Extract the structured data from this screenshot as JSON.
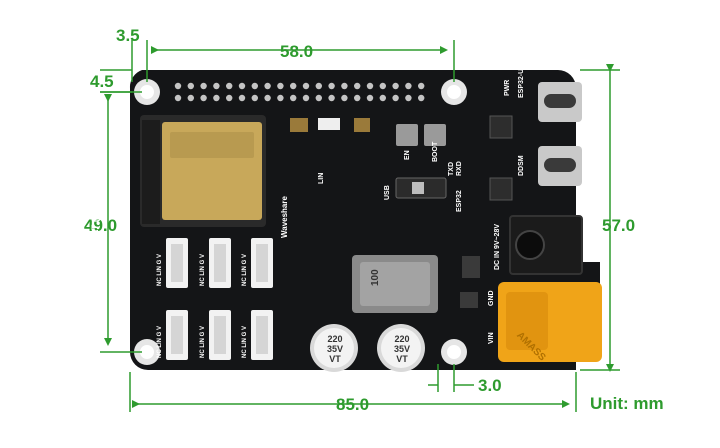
{
  "dimensions": {
    "hole_offset_x": "3.5",
    "hole_offset_y": "4.5",
    "hole_spacing_x": "58.0",
    "hole_spacing_y": "49.0",
    "board_height": "57.0",
    "board_width": "85.0",
    "bottom_offset": "3.0",
    "unit_label": "Unit: mm"
  },
  "board": {
    "title": "DDSM Driver HAT (B)",
    "brand": "Waveshare",
    "labels": {
      "pwr": "PWR",
      "esp32_usb": "ESP32-USB",
      "ddsm": "DDSM",
      "en": "EN",
      "boot": "BOOT",
      "rxd": "RXD",
      "txd": "TXD",
      "esp32": "ESP32",
      "usb": "USB",
      "lin": "LIN",
      "dc_in": "DC IN 9V~28V",
      "gnd": "GND",
      "vin": "VIN",
      "connector_pins": "NC LIN G V"
    },
    "inductor": "100",
    "capacitors": [
      {
        "line1": "220",
        "line2": "35V",
        "line3": "VT"
      },
      {
        "line1": "220",
        "line2": "35V",
        "line3": "VT"
      }
    ],
    "xt_connector": "AMASS"
  },
  "colors": {
    "dimension": "#2e9b2e",
    "pcb": "#111214",
    "connector": "#f2f2f2",
    "xt": "#f0a418",
    "module": "#c8a85a"
  }
}
